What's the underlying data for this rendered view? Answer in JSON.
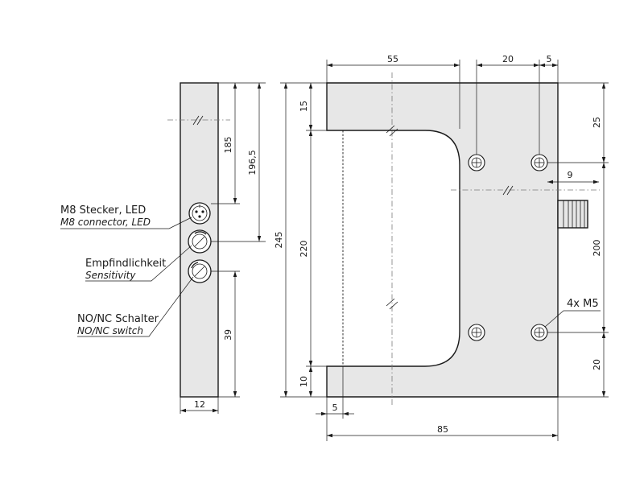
{
  "labels": {
    "connector_de": "M8 Stecker,  LED",
    "connector_en": "M8 connector,  LED",
    "sensitivity_de": "Empfindlichkeit",
    "sensitivity_en": "Sensitivity",
    "switch_de": "NO/NC Schalter",
    "switch_en": "NO/NC switch",
    "holes": "4x M5"
  },
  "dimensions": {
    "side_185": "185",
    "side_196_5": "196,5",
    "side_39": "39",
    "side_width_12": "12",
    "overall_245": "245",
    "top_15": "15",
    "inner_220": "220",
    "bottom_10": "10",
    "top_55": "55",
    "top_20": "20",
    "top_5": "5",
    "right_25": "25",
    "right_9": "9",
    "right_200": "200",
    "right_20": "20",
    "bottom_5": "5",
    "bottom_85": "85"
  },
  "colors": {
    "body_fill": "#e7e7e7",
    "line": "#1a1a1a",
    "centerline": "#7a7a7a"
  },
  "icons": [
    "arrowhead",
    "screw-hole-icon",
    "potentiometer-icon",
    "m8-connector-icon",
    "break-mark"
  ]
}
